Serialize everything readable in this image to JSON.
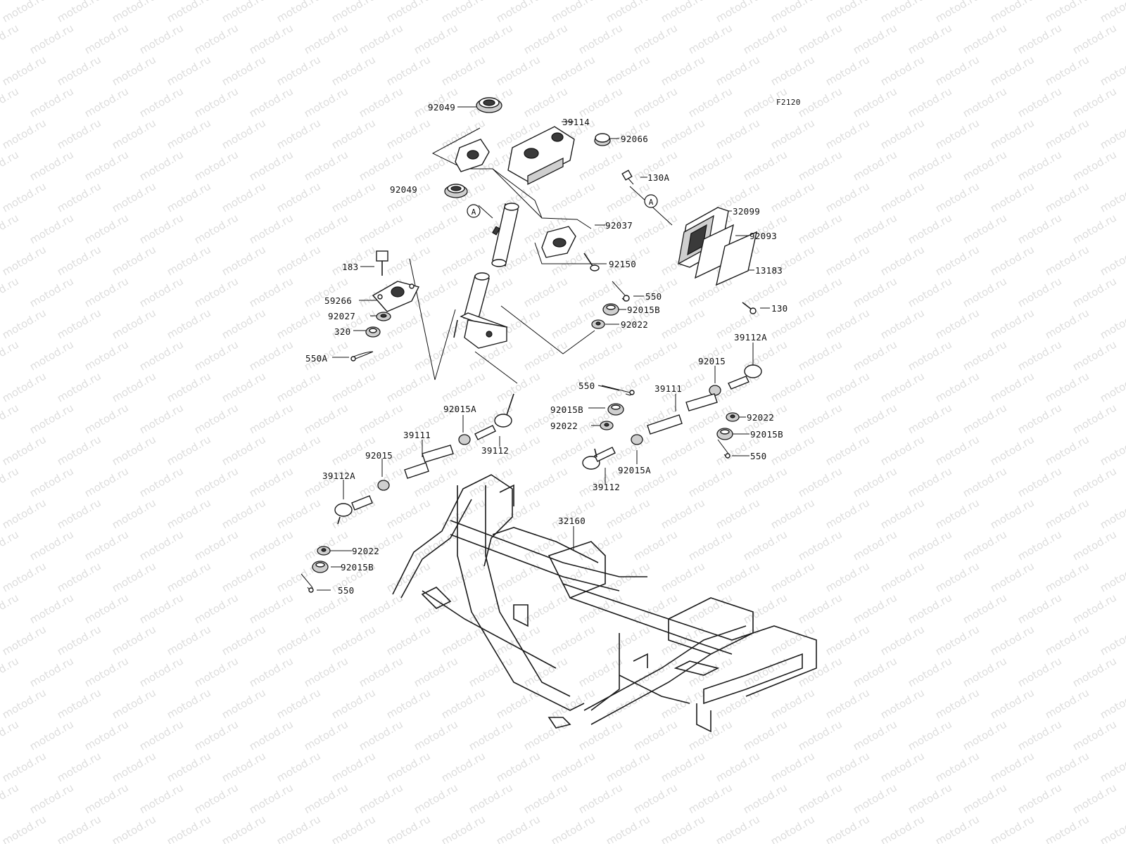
{
  "figure_id": "F2120",
  "watermark": "motod.ru",
  "callout_letter": "A",
  "parts": {
    "p92049_top": "92049",
    "p92049_bottom": "92049",
    "p39114": "39114",
    "p92066": "92066",
    "p130A": "130A",
    "p32099": "32099",
    "p92093": "92093",
    "p13183": "13183",
    "p130": "130",
    "p92037": "92037",
    "p92150": "92150",
    "p550_upper": "550",
    "p92015B_upper": "92015B",
    "p92022_upper": "92022",
    "p183": "183",
    "p59266": "59266",
    "p92027": "92027",
    "p320": "320",
    "p550A": "550A",
    "p39112A_right": "39112A",
    "p92015_right": "92015",
    "p550_mid": "550",
    "p39111_right": "39111",
    "p92015B_mid": "92015B",
    "p92022_mid": "92022",
    "p92022_right": "92022",
    "p92015B_right": "92015B",
    "p550_right": "550",
    "p92015A_right": "92015A",
    "p39112_right": "39112",
    "p92015A_left": "92015A",
    "p39111_left": "39111",
    "p39112_left": "39112",
    "p92015_left": "92015",
    "p39112A_left": "39112A",
    "p32160": "32160",
    "p92022_bottom": "92022",
    "p92015B_bottom": "92015B",
    "p550_bottom": "550"
  }
}
